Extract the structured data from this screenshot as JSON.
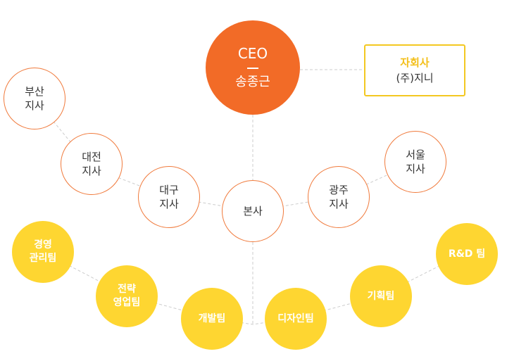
{
  "ceo": {
    "title": "CEO",
    "name": "송종근"
  },
  "subsidiary": {
    "label": "자회사",
    "name": "(주)지니"
  },
  "hq": {
    "label": "본사"
  },
  "branches": [
    {
      "line1": "부산",
      "line2": "지사"
    },
    {
      "line1": "대전",
      "line2": "지사"
    },
    {
      "line1": "대구",
      "line2": "지사"
    },
    {
      "line1": "광주",
      "line2": "지사"
    },
    {
      "line1": "서울",
      "line2": "지사"
    }
  ],
  "teams": [
    {
      "line1": "경영",
      "line2": "관리팀"
    },
    {
      "line1": "전략",
      "line2": "영업팀"
    },
    {
      "line1": "개발팀",
      "line2": ""
    },
    {
      "line1": "디자인팀",
      "line2": ""
    },
    {
      "line1": "기획팀",
      "line2": ""
    },
    {
      "line1": "R&D 팀",
      "line2": ""
    }
  ],
  "colors": {
    "ceo": "#f26b27",
    "branch_border": "#f07a3c",
    "team": "#fed631",
    "subsidiary_border": "#f3c821",
    "connector": "#cccccc"
  }
}
